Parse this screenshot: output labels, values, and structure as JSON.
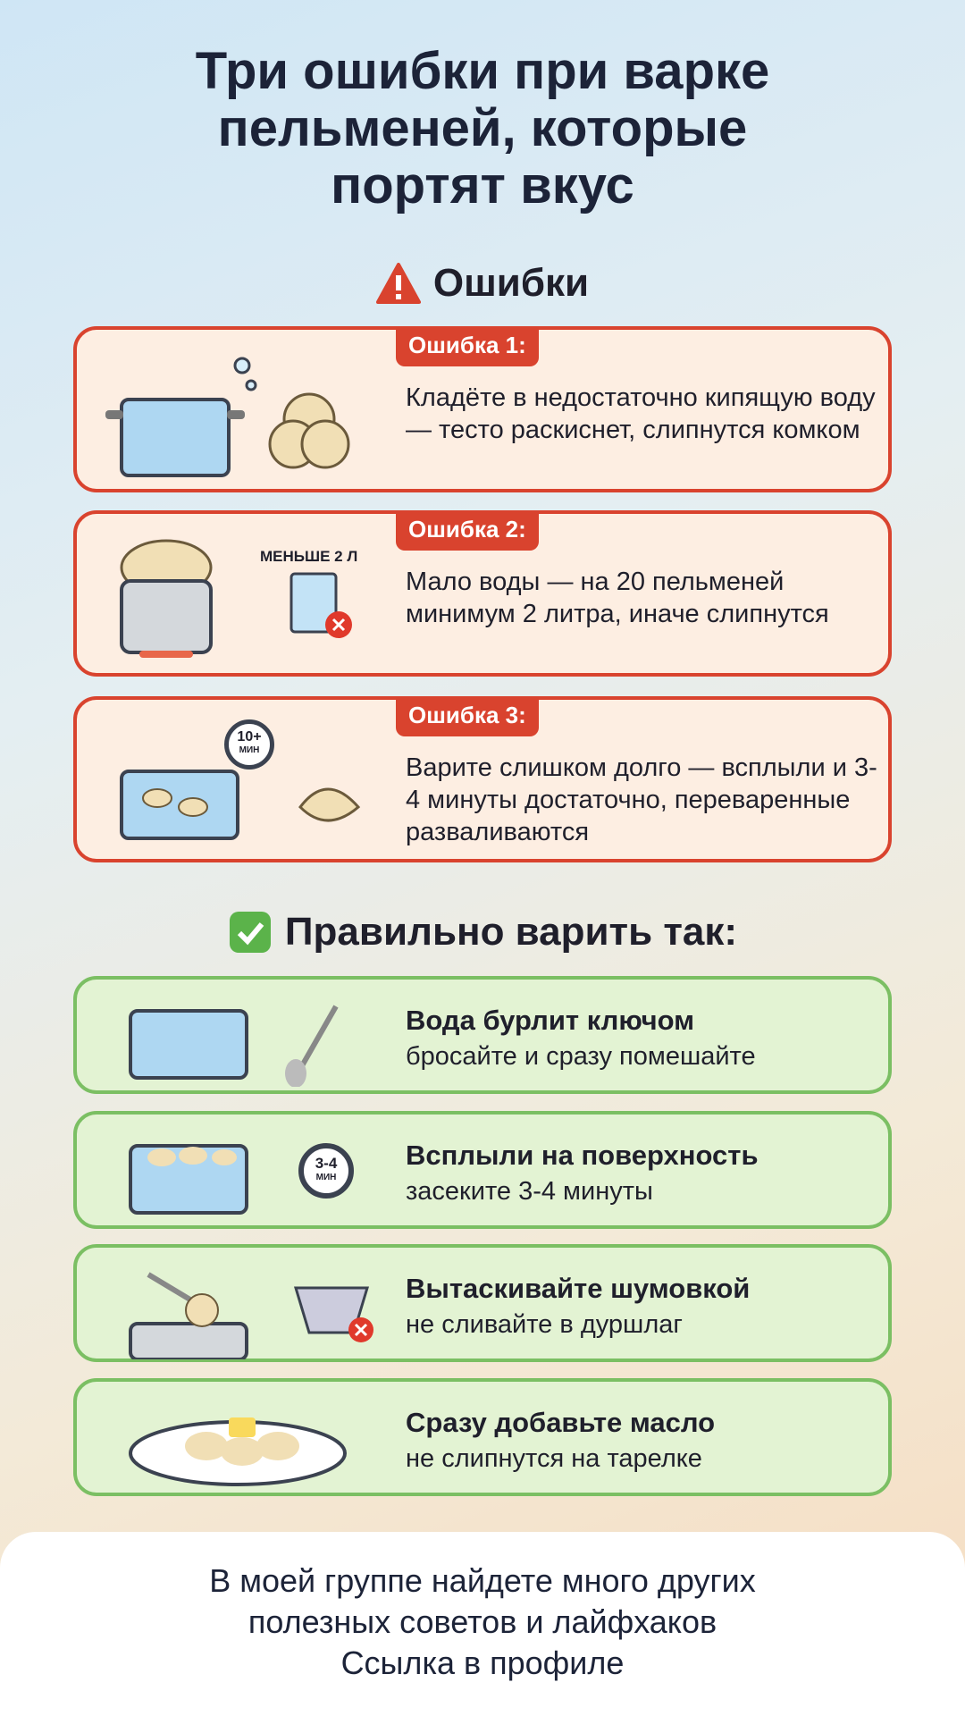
{
  "title": [
    "Три ошибки при варке",
    "пельменей, которые",
    "портят вкус"
  ],
  "errors_heading": "Ошибки",
  "errors": [
    {
      "label": "Ошибка 1:",
      "text": "Кладёте в недостаточно кипящую воду — тесто раскиснет, слипнутся комком"
    },
    {
      "label": "Ошибка 2:",
      "text": "Мало воды — на 20 пельменей минимум 2 литра, иначе слипнутся",
      "icon_label": "МЕНЬШЕ 2 Л"
    },
    {
      "label": "Ошибка 3:",
      "text": "Варите слишком долго — всплыли и 3-4 минуты достаточно, переваренные разваливаются",
      "timer": "10+",
      "timer_unit": "МИН"
    }
  ],
  "correct_heading": "Правильно варить так:",
  "steps": [
    {
      "title": "Вода бурлит ключом",
      "text": "бросайте и сразу помешайте"
    },
    {
      "title": "Всплыли на поверхность",
      "text": "засеките 3-4 минуты",
      "timer": "3-4",
      "timer_unit": "МИН"
    },
    {
      "title": "Вытаскивайте шумовкой",
      "text": "не сливайте в дуршлаг"
    },
    {
      "title": "Сразу добавьте масло",
      "text": "не слипнутся на тарелке"
    }
  ],
  "footer": [
    "В моей группе найдете много других",
    "полезных советов и лайфхаков",
    "Ссылка в профиле"
  ],
  "colors": {
    "error": "#d9432e",
    "ok": "#7bbf63"
  }
}
